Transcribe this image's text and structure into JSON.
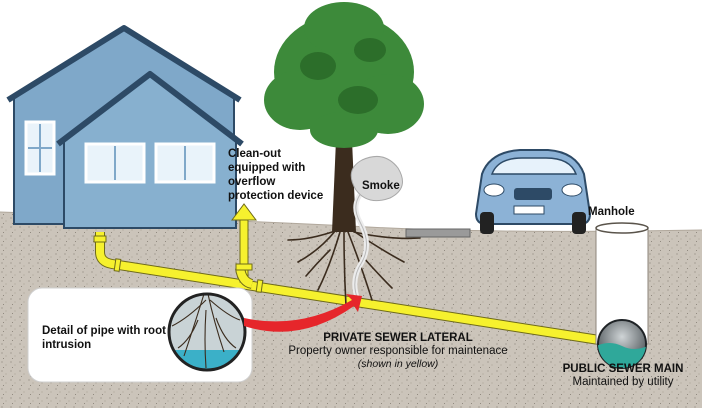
{
  "labels": {
    "cleanout": "Clean-out equipped with overflow protection device",
    "smoke": "Smoke",
    "manhole": "Manhole",
    "detail": "Detail of pipe with root intrusion",
    "lateral_title": "PRIVATE SEWER LATERAL",
    "lateral_desc": "Property owner responsible for maintenace",
    "lateral_note": "(shown in yellow)",
    "main_title": "PUBLIC SEWER MAIN",
    "main_desc": "Maintained by utility"
  },
  "colors": {
    "house_wall": "#7fa8c9",
    "house_roof": "#2d4a66",
    "pipe": "#f6f12e",
    "ground": "#c8c0b5",
    "tree_foliage": "#3d8a3a",
    "car_body": "#8cb2d6",
    "arrow": "#e6262b",
    "water": "#2fa89a"
  }
}
